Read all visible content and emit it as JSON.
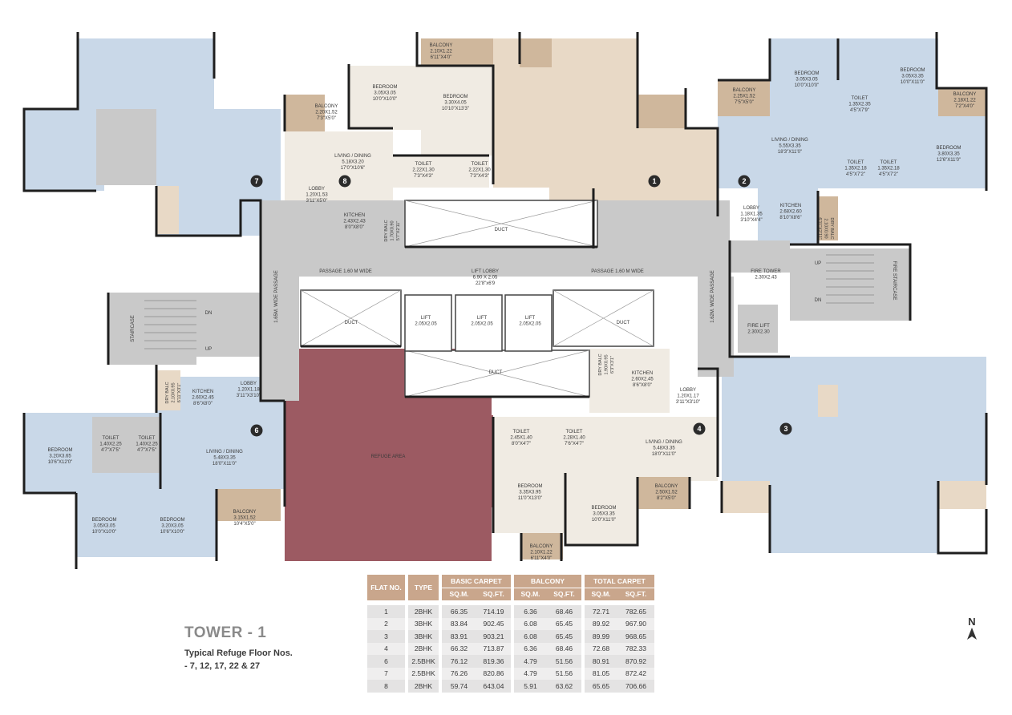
{
  "colors": {
    "blue": "#c9d8e8",
    "beige": "#e8d9c6",
    "cream": "#f0ebe3",
    "grey": "#c9c9c9",
    "refuge": "#9c5a62",
    "balcony": "#cfb79c",
    "badge": "#2b2b2b"
  },
  "flats": [
    "1",
    "2",
    "3",
    "4",
    "6",
    "7",
    "8"
  ],
  "rooms": {
    "f8_living": [
      "LIVING / DINING",
      "5.18X3.20",
      "17'0\"X10'6\""
    ],
    "f8_lobby": [
      "LOBBY",
      "1.20X1.53",
      "3'11\"X5'0\""
    ],
    "f8_kitchen": [
      "KITCHEN",
      "2.43X2.43",
      "8'0\"X8'0\""
    ],
    "f8_bed1": [
      "BEDROOM",
      "3.05X3.05",
      "10'0\"X10'0\""
    ],
    "f8_bed2": [
      "BEDROOM",
      "3.30X4.05",
      "10'10\"X13'3\""
    ],
    "f8_toilet1": [
      "TOILET",
      "2.22X1.30",
      "7'3\"X4'3\""
    ],
    "f8_toilet2": [
      "TOILET",
      "2.22X1.30",
      "7'3\"X4'3\""
    ],
    "f8_balcony": [
      "BALCONY",
      "2.20X1.52",
      "7'3\"X5'0\""
    ],
    "f8_balcony_top": [
      "BALCONY",
      "2.10X1.22",
      "6'11\"X4'0\""
    ],
    "f8_dry": [
      "DRY BALC",
      "1.70X0.90",
      "5'7\"X2'11\""
    ],
    "f2_bed1": [
      "BEDROOM",
      "3.05X3.05",
      "10'0\"X10'0\""
    ],
    "f2_bed2": [
      "BEDROOM",
      "3.05X3.35",
      "10'0\"X11'0\""
    ],
    "f2_bed3": [
      "BEDROOM",
      "3.80X3.35",
      "12'6\"X11'0\""
    ],
    "f2_toilet1": [
      "TOILET",
      "1.35X2.35",
      "4'5\"X7'9\""
    ],
    "f2_toilet2": [
      "TOILET",
      "1.35X2.18",
      "4'5\"X7'2\""
    ],
    "f2_toilet3": [
      "TOILET",
      "1.35X2.18",
      "4'5\"X7'2\""
    ],
    "f2_living": [
      "LIVING / DINING",
      "5.55X3.35",
      "18'3\"X11'0\""
    ],
    "f2_balcony1": [
      "BALCONY",
      "2.25X1.52",
      "7'5\"X5'0\""
    ],
    "f2_balcony2": [
      "BALCONY",
      "2.18X1.22",
      "7'2\"X4'0\""
    ],
    "f2_kitchen": [
      "KITCHEN",
      "2.68X2.60",
      "8'10\"X8'6\""
    ],
    "f2_lobby": [
      "LOBBY",
      "1.18X1.35",
      "3'10\"X4'4\""
    ],
    "f2_dry": [
      "DRY BALC",
      "2.10X0.90",
      "6'11\"X2'11\""
    ],
    "fire_tower": [
      "FIRE TOWER",
      "2.30X2.43"
    ],
    "fire_lift": [
      "FIRE LIFT",
      "2.30X2.30"
    ],
    "fire_stair": [
      "FIRE STAIRCASE"
    ],
    "f6_kitchen": [
      "KITCHEN",
      "2.60X2.45",
      "8'6\"X8'0\""
    ],
    "f6_lobby": [
      "LOBBY",
      "1.20X1.18",
      "3'11\"X3'10\""
    ],
    "f6_dry": [
      "DRY BALC",
      "2.10X0.95",
      "6'11\"X3'1\""
    ],
    "f6_toilet1": [
      "TOILET",
      "1.40X2.25",
      "4'7\"X7'5\""
    ],
    "f6_toilet2": [
      "TOILET",
      "1.40X2.25",
      "4'7\"X7'5\""
    ],
    "f6_living": [
      "LIVING / DINING",
      "5.48X3.35",
      "18'0\"X11'0\""
    ],
    "f6_bed1": [
      "BEDROOM",
      "3.20X3.65",
      "10'6\"X12'0\""
    ],
    "f6_bed2": [
      "BEDROOM",
      "3.05X3.05",
      "10'0\"X10'0\""
    ],
    "f6_bed3": [
      "BEDROOM",
      "3.20X3.05",
      "10'6\"X10'0\""
    ],
    "f6_balcony": [
      "BALCONY",
      "3.15X1.52",
      "10'4\"X5'0\""
    ],
    "refuge": [
      "REFUGE AREA"
    ],
    "f4_toilet1": [
      "TOILET",
      "2.45X1.40",
      "8'0\"X4'7\""
    ],
    "f4_toilet2": [
      "TOILET",
      "2.28X1.40",
      "7'6\"X4'7\""
    ],
    "f4_kitchen": [
      "KITCHEN",
      "2.60X2.45",
      "8'6\"X8'0\""
    ],
    "f4_lobby": [
      "LOBBY",
      "1.20X1.17",
      "3'11\"X3'10\""
    ],
    "f4_living": [
      "LIVING / DINING",
      "5.48X3.35",
      "18'0\"X11'0\""
    ],
    "f4_bed1": [
      "BEDROOM",
      "3.35X3.95",
      "11'0\"X13'0\""
    ],
    "f4_bed2": [
      "BEDROOM",
      "3.05X3.35",
      "10'0\"X11'0\""
    ],
    "f4_balcony1": [
      "BALCONY",
      "2.50X1.52",
      "8'2\"X5'0\""
    ],
    "f4_balcony2": [
      "BALCONY",
      "2.10X1.22",
      "6'11\"X4'0\""
    ],
    "f4_dry": [
      "DRY BALC",
      "1.90X0.95",
      "6'3\"X3'1\""
    ],
    "staircase": [
      "STAIRCASE"
    ],
    "lift_lobby": [
      "LIFT LOBBY",
      "6.90 X 2.05",
      "22'8\"x6'9"
    ],
    "passage_l": [
      "PASSAGE 1.60 M WIDE"
    ],
    "passage_r": [
      "PASSAGE 1.60 M WIDE"
    ],
    "passage_v1": [
      "1.65M. WIDE PASSAGE"
    ],
    "passage_v2": [
      "1.62M. WIDE PASSAGE"
    ],
    "duct": [
      "DUCT"
    ],
    "lift": [
      "LIFT",
      "2.05X2.05"
    ],
    "up": [
      "UP"
    ],
    "dn": [
      "DN"
    ]
  },
  "title": {
    "tower": "TOWER - 1",
    "line1": "Typical Refuge Floor Nos.",
    "line2": "- 7, 12, 17, 22 & 27"
  },
  "table": {
    "headers": [
      "FLAT NO.",
      "TYPE",
      "BASIC CARPET",
      "BALCONY",
      "TOTAL CARPET"
    ],
    "subheaders": [
      "SQ.M.",
      "SQ.FT.",
      "SQ.M.",
      "SQ.FT.",
      "SQ.M.",
      "SQ.FT."
    ],
    "rows": [
      [
        "1",
        "2BHK",
        "66.35",
        "714.19",
        "6.36",
        "68.46",
        "72.71",
        "782.65"
      ],
      [
        "2",
        "3BHK",
        "83.84",
        "902.45",
        "6.08",
        "65.45",
        "89.92",
        "967.90"
      ],
      [
        "3",
        "3BHK",
        "83.91",
        "903.21",
        "6.08",
        "65.45",
        "89.99",
        "968.65"
      ],
      [
        "4",
        "2BHK",
        "66.32",
        "713.87",
        "6.36",
        "68.46",
        "72.68",
        "782.33"
      ],
      [
        "6",
        "2.5BHK",
        "76.12",
        "819.36",
        "4.79",
        "51.56",
        "80.91",
        "870.92"
      ],
      [
        "7",
        "2.5BHK",
        "76.26",
        "820.86",
        "4.79",
        "51.56",
        "81.05",
        "872.42"
      ],
      [
        "8",
        "2BHK",
        "59.74",
        "643.04",
        "5.91",
        "63.62",
        "65.65",
        "706.66"
      ]
    ]
  },
  "north": "N"
}
